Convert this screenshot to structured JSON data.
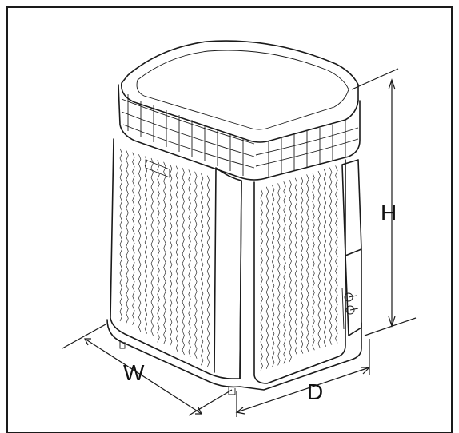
{
  "dimensions": {
    "height_label": "H",
    "width_label": "W",
    "depth_label": "D"
  },
  "colors": {
    "line": "#1a1a1a",
    "background": "#ffffff"
  }
}
